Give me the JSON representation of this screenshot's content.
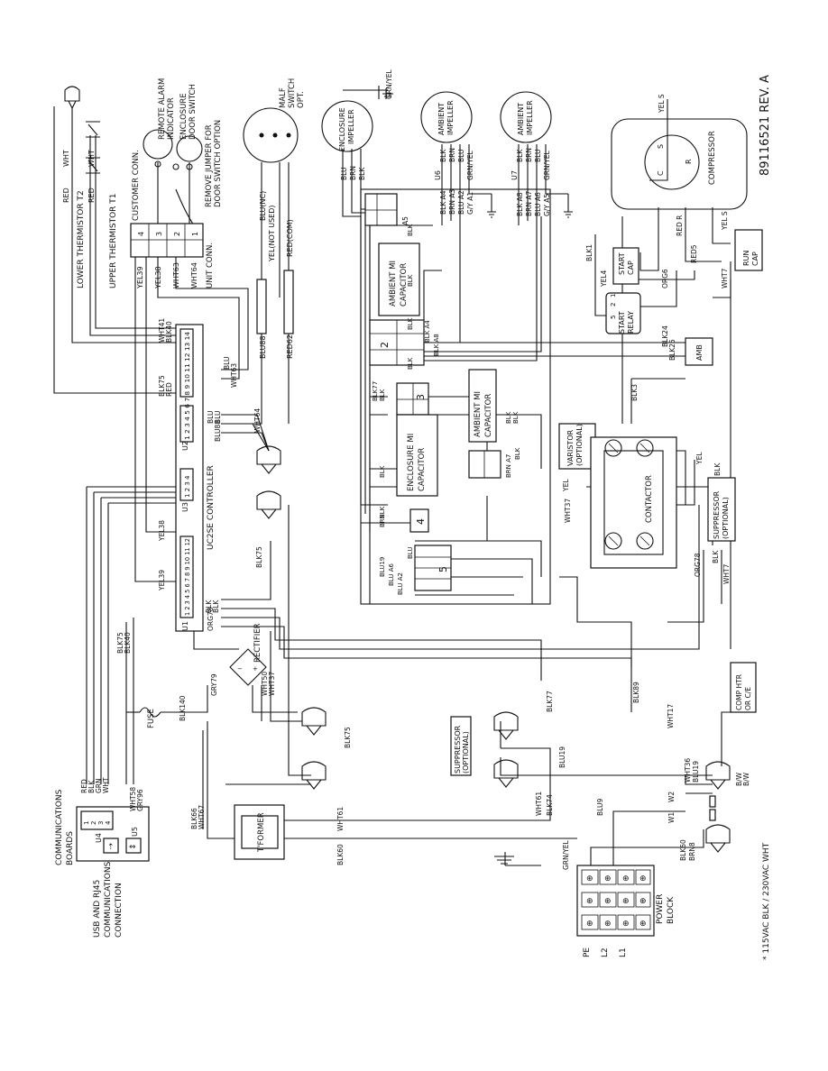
{
  "drawing_number": "89116521 REV. A",
  "footnote": "* 115VAC BLK / 230VAC WHT",
  "components": {
    "compressor": "COMPRESSOR",
    "compressor_terms": [
      "S",
      "C",
      "R"
    ],
    "run_cap": [
      "RUN",
      "CAP"
    ],
    "start_cap": [
      "START",
      "CAP"
    ],
    "start_relay": [
      "START",
      "RELAY"
    ],
    "relay_pins": [
      "5",
      "2",
      "1"
    ],
    "amb": "AMB",
    "contactor": "CONTACTOR",
    "varistor": [
      "VARISTOR",
      "(OPTIONAL)"
    ],
    "suppressor_top": [
      "SUPPRESSOR",
      "(OPTIONAL)"
    ],
    "suppressor_left": [
      "SUPPRESSOR",
      "(OPTIONAL)"
    ],
    "comp_htr": [
      "COMP HTR",
      "OR C/E"
    ],
    "ambient_impeller_u6": [
      "AMBIENT",
      "IMPELLER"
    ],
    "ambient_impeller_u7": [
      "AMBIENT",
      "IMPELLER"
    ],
    "enclosure_impeller": [
      "ENCLOSURE",
      "IMPELLER"
    ],
    "ambient_mi_cap_1": [
      "AMBIENT MI",
      "CAPACITOR"
    ],
    "ambient_mi_cap_2": [
      "AMBIENT MI",
      "CAPACITOR"
    ],
    "enclosure_mi_cap": [
      "ENCLOSURE MI",
      "CAPACITOR"
    ],
    "malf_switch": [
      "MALF",
      "SWITCH",
      "OPT."
    ],
    "remote_alarm": [
      "REMOTE ALARM",
      "INDICATOR"
    ],
    "enclosure_door": [
      "ENCLOSURE",
      "DOOR SWITCH"
    ],
    "remove_jumper": [
      "REMOVE JUMPER FOR",
      "DOOR SWITCH OPTION"
    ],
    "customer_conn": "CUSTOMER CONN.",
    "unit_conn": "UNIT CONN.",
    "lower_thermistor": "LOWER THERMISTOR T2",
    "upper_thermistor": "UPPER THERMISTOR T1",
    "controller": "UC2SE CONTROLLER",
    "rectifier": "RECTIFIER",
    "fuse": "FUSE",
    "transformer": "T'FORMER",
    "power_block": [
      "POWER",
      "BLOCK"
    ],
    "power_terms": [
      "PE",
      "L2",
      "L1"
    ],
    "comm_boards": [
      "COMMUNICATIONS",
      "BOARDS"
    ],
    "usb_conn": [
      "USB AND RJ45",
      "COMMUNICATIONS",
      "CONNECTION"
    ],
    "u_labels": [
      "U1",
      "U2",
      "U3",
      "U4",
      "U5",
      "U6",
      "U7"
    ],
    "plug_numbers": [
      "2",
      "3",
      "4",
      "5"
    ],
    "terminal_strip": [
      "1",
      "2",
      "3",
      "4"
    ],
    "comm_wires": [
      "RED",
      "BLK",
      "GRN",
      "WHT"
    ]
  },
  "wires": {
    "cust": [
      "YEL39",
      "YEL38",
      "WHT63",
      "WHT64"
    ],
    "cust_pins": [
      "4",
      "3",
      "2",
      "1"
    ],
    "u1_pins": "1 2 3 4 5 6 7 8 9 10 11 12",
    "u2_pins": "1 2 3 4 5 6 7 8 9 10 11 12 13 14",
    "u3_pins": "1 2 3 4",
    "therm": [
      "RED",
      "WHT",
      "RED",
      "WHT"
    ],
    "misc": [
      "BLU(NC)",
      "YEL(NOT USED)",
      "RED(COM)",
      "BLU88",
      "RED62",
      "BLK75",
      "BLK40",
      "WHT41",
      "RED",
      "WHT",
      "YEL38",
      "YEL39",
      "ORG78",
      "BLK",
      "BLK",
      "BLU",
      "BLU",
      "BLU88",
      "WHT64",
      "WHT63",
      "BLU"
    ],
    "u6_wires": [
      "BLK",
      "BRN",
      "BLU",
      "GRN/YEL"
    ],
    "u6_pins": [
      "BLK A4",
      "BRN A3",
      "BLU A2",
      "G/Y A1"
    ],
    "u7_wires": [
      "BLK",
      "BRN",
      "BLU",
      "GRN/YEL"
    ],
    "u7_pins": [
      "BLK A8",
      "BRN A7",
      "BLU A6",
      "G/Y A5"
    ],
    "enc_wires": [
      "BLU",
      "BRN",
      "BLK"
    ],
    "grn_yel": "GRN/YEL",
    "plug_wires": [
      "BLK",
      "BLK",
      "BLK A4",
      "BLK A8",
      "BLK",
      "BLK",
      "BLK77",
      "BLK",
      "BLK",
      "BLK",
      "BRN",
      "BLU",
      "BLU19",
      "BLU A6",
      "BLU A2",
      "BLK",
      "BLK",
      "BRN A7",
      "BLK"
    ],
    "a5": "A5",
    "compressor_side": [
      "YEL S",
      "RED R",
      "YEL S",
      "BLK1",
      "YEL4",
      "RED5",
      "ORG6",
      "WHT7",
      "BLK24",
      "BLK25",
      "BLK3",
      "YEL",
      "YEL",
      "BLK",
      "WHT37",
      "ORG78",
      "BLK",
      "WHT7",
      "BLK89",
      "BLK77",
      "WHT17",
      "WHT36",
      "BLU19",
      "W2",
      "W1",
      "B/W",
      "B/W",
      "BLU19"
    ],
    "lower": [
      "GRY79",
      "BLK140",
      "WHT50",
      "WHT37",
      "BLK75",
      "BLK66",
      "WHT67",
      "WHT58",
      "GRY96",
      "WHT61",
      "BLK60",
      "WHT61",
      "BLK74",
      "BLU9",
      "BRN8",
      "BLK60",
      "GRN/YEL"
    ]
  }
}
